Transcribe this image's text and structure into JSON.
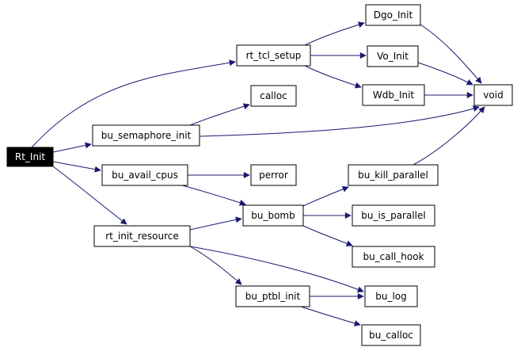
{
  "diagram": {
    "nodes": [
      {
        "id": "rt_init",
        "label": "Rt_Init",
        "highlight": true
      },
      {
        "id": "rt_tcl_setup",
        "label": "rt_tcl_setup"
      },
      {
        "id": "dgo_init",
        "label": "Dgo_Init"
      },
      {
        "id": "vo_init",
        "label": "Vo_Init"
      },
      {
        "id": "wdb_init",
        "label": "Wdb_Init"
      },
      {
        "id": "void",
        "label": "void"
      },
      {
        "id": "calloc",
        "label": "calloc"
      },
      {
        "id": "bu_semaphore_init",
        "label": "bu_semaphore_init"
      },
      {
        "id": "bu_avail_cpus",
        "label": "bu_avail_cpus"
      },
      {
        "id": "perror",
        "label": "perror"
      },
      {
        "id": "bu_kill_parallel",
        "label": "bu_kill_parallel"
      },
      {
        "id": "bu_bomb",
        "label": "bu_bomb"
      },
      {
        "id": "bu_is_parallel",
        "label": "bu_is_parallel"
      },
      {
        "id": "rt_init_resource",
        "label": "rt_init_resource"
      },
      {
        "id": "bu_call_hook",
        "label": "bu_call_hook"
      },
      {
        "id": "bu_ptbl_init",
        "label": "bu_ptbl_init"
      },
      {
        "id": "bu_log",
        "label": "bu_log"
      },
      {
        "id": "bu_calloc",
        "label": "bu_calloc"
      }
    ],
    "edges": [
      {
        "from": "rt_init",
        "to": "rt_tcl_setup"
      },
      {
        "from": "rt_init",
        "to": "bu_semaphore_init"
      },
      {
        "from": "rt_init",
        "to": "bu_avail_cpus"
      },
      {
        "from": "rt_init",
        "to": "rt_init_resource"
      },
      {
        "from": "rt_tcl_setup",
        "to": "dgo_init"
      },
      {
        "from": "rt_tcl_setup",
        "to": "vo_init"
      },
      {
        "from": "rt_tcl_setup",
        "to": "wdb_init"
      },
      {
        "from": "dgo_init",
        "to": "void"
      },
      {
        "from": "vo_init",
        "to": "void"
      },
      {
        "from": "wdb_init",
        "to": "void"
      },
      {
        "from": "bu_semaphore_init",
        "to": "calloc"
      },
      {
        "from": "bu_semaphore_init",
        "to": "void"
      },
      {
        "from": "bu_avail_cpus",
        "to": "perror"
      },
      {
        "from": "bu_avail_cpus",
        "to": "bu_bomb"
      },
      {
        "from": "bu_bomb",
        "to": "bu_kill_parallel"
      },
      {
        "from": "bu_bomb",
        "to": "bu_is_parallel"
      },
      {
        "from": "bu_bomb",
        "to": "bu_call_hook"
      },
      {
        "from": "bu_kill_parallel",
        "to": "void"
      },
      {
        "from": "rt_init_resource",
        "to": "bu_bomb"
      },
      {
        "from": "rt_init_resource",
        "to": "bu_ptbl_init"
      },
      {
        "from": "rt_init_resource",
        "to": "bu_log"
      },
      {
        "from": "bu_ptbl_init",
        "to": "bu_log"
      },
      {
        "from": "bu_ptbl_init",
        "to": "bu_calloc"
      }
    ],
    "colors": {
      "edge": "#191970",
      "node_border": "#000000",
      "node_fill": "#ffffff",
      "highlight_fill": "#000000",
      "highlight_text": "#ffffff",
      "text": "#000000"
    }
  }
}
